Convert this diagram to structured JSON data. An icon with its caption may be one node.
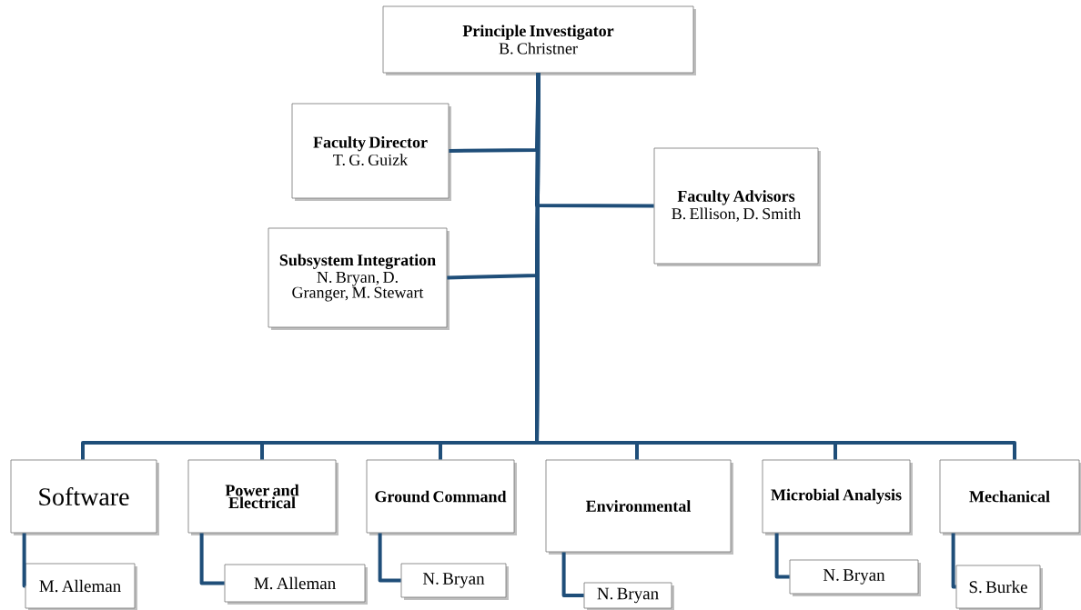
{
  "diagram": {
    "nodes": [
      {
        "text": [
          "Principle Investigator",
          "B. Christner"
        ]
      },
      {
        "text": [
          "Faculty Director",
          "T. G. Guizk"
        ]
      },
      {
        "text": [
          "Faculty Advisors",
          "B. Ellison, D. Smith"
        ]
      },
      {
        "text": [
          "Subsystem Integration",
          "N. Bryan, D. Granger, M. Stewart"
        ]
      },
      {
        "text": [
          "Software"
        ]
      },
      {
        "text": [
          "Power and Electrical"
        ]
      },
      {
        "text": [
          "Ground Command"
        ]
      },
      {
        "text": [
          "Environmental"
        ]
      },
      {
        "text": [
          "Microbial Analysis"
        ]
      },
      {
        "text": [
          "Mechanical"
        ]
      },
      {
        "text": [
          "M. Alleman"
        ]
      },
      {
        "text": [
          "M. Alleman"
        ]
      },
      {
        "text": [
          "N. Bryan"
        ]
      },
      {
        "text": [
          "N. Bryan"
        ]
      },
      {
        "text": [
          "N. Bryan"
        ]
      },
      {
        "text": [
          "S. Burke"
        ]
      }
    ],
    "edges": [
      {
        "from": 0,
        "to": 1,
        "arrow": "none"
      },
      {
        "from": 0,
        "to": 2,
        "arrow": "none"
      },
      {
        "from": 0,
        "to": 3,
        "arrow": "none"
      },
      {
        "from": 0,
        "to": 4,
        "arrow": "none"
      },
      {
        "from": 0,
        "to": 5,
        "arrow": "none"
      },
      {
        "from": 0,
        "to": 6,
        "arrow": "none"
      },
      {
        "from": 0,
        "to": 7,
        "arrow": "none"
      },
      {
        "from": 0,
        "to": 8,
        "arrow": "none"
      },
      {
        "from": 0,
        "to": 9,
        "arrow": "none"
      },
      {
        "from": 4,
        "to": 10,
        "arrow": "none"
      },
      {
        "from": 5,
        "to": 11,
        "arrow": "none"
      },
      {
        "from": 6,
        "to": 12,
        "arrow": "none"
      },
      {
        "from": 7,
        "to": 13,
        "arrow": "none"
      },
      {
        "from": 8,
        "to": 14,
        "arrow": "none"
      },
      {
        "from": 9,
        "to": 15,
        "arrow": "none"
      }
    ]
  }
}
